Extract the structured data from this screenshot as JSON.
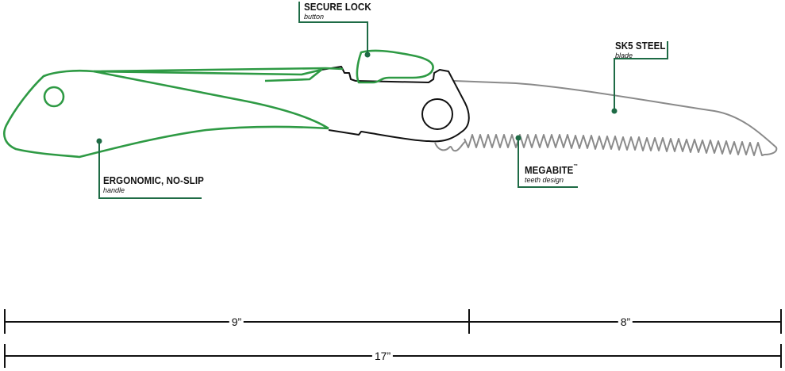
{
  "colors": {
    "accent_green": "#2e9a44",
    "leader_green": "#1e6b45",
    "outline_black": "#111111",
    "blade_gray": "#8a8a8a",
    "background": "#ffffff"
  },
  "callouts": {
    "secure_lock": {
      "title": "SECURE LOCK",
      "subtitle": "button"
    },
    "sk5_steel": {
      "title": "SK5 STEEL",
      "subtitle": "blade"
    },
    "ergonomic": {
      "title": "ERGONOMIC, NO-SLIP",
      "subtitle": "handle"
    },
    "megabite": {
      "title": "MEGABITE",
      "trademark": "™",
      "subtitle": "teeth design"
    }
  },
  "dimensions": {
    "handle_length": "9”",
    "blade_length": "8”",
    "total_length": "17”"
  }
}
